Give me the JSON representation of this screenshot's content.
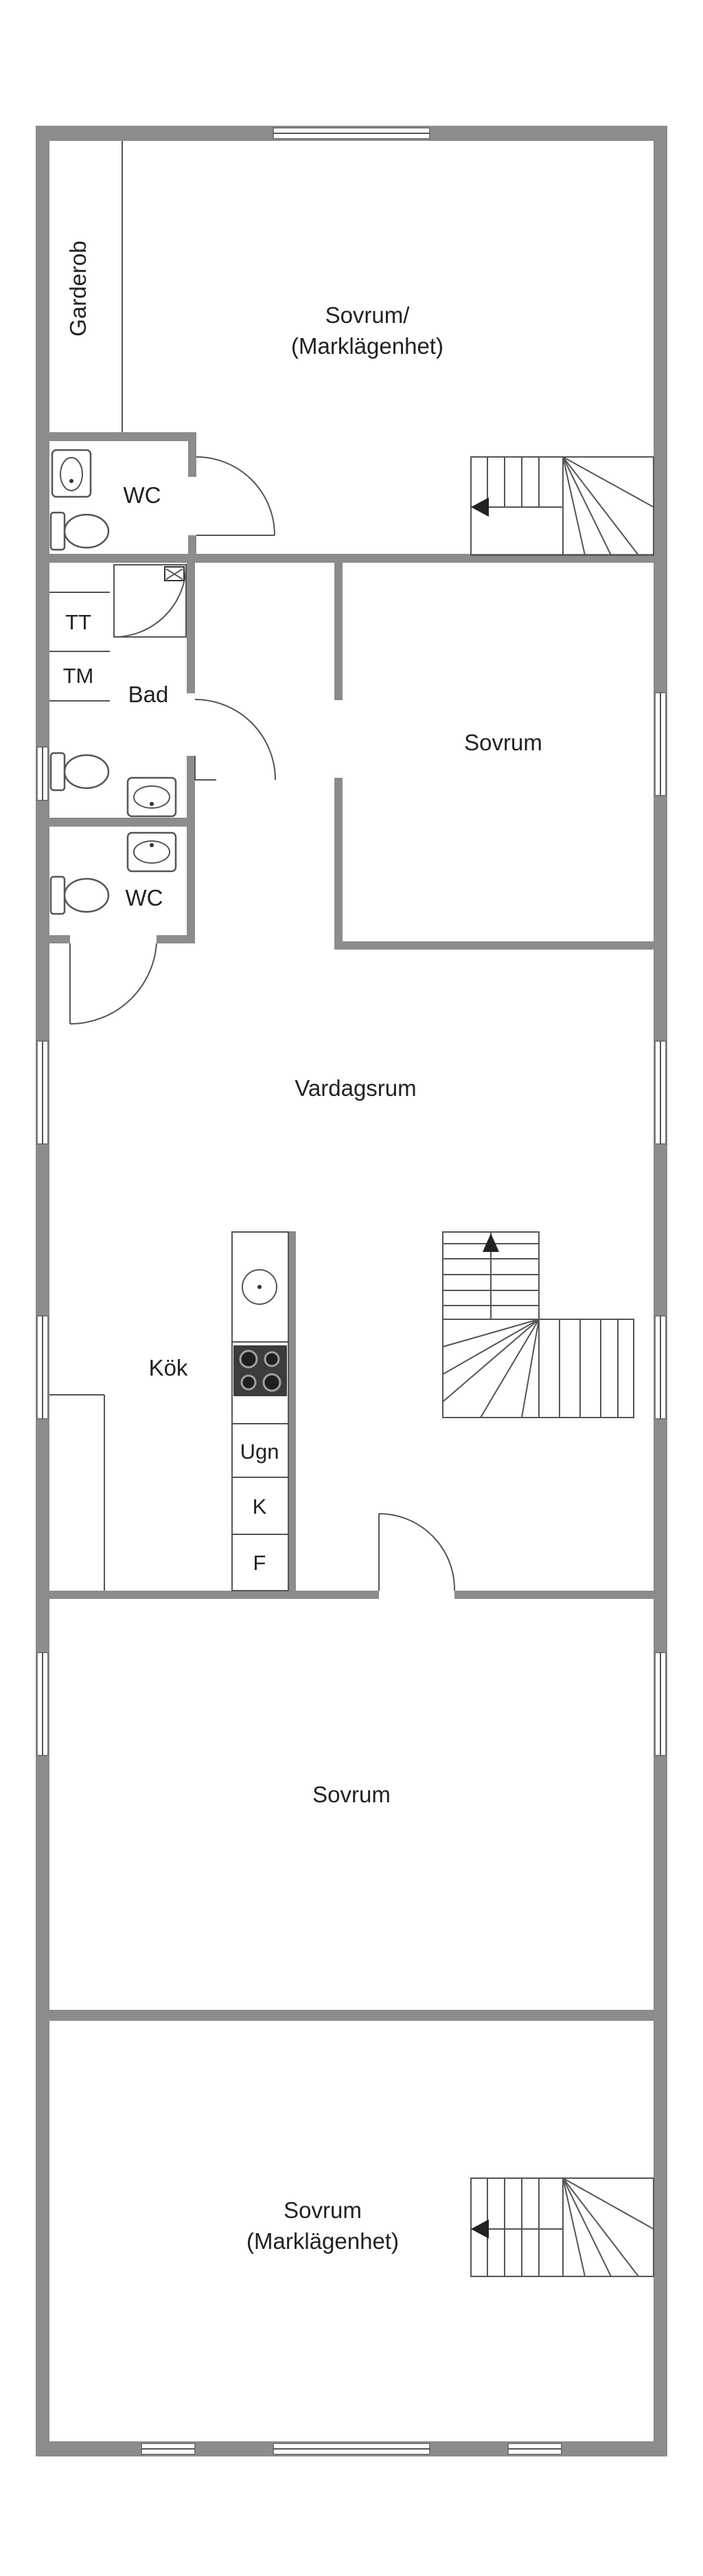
{
  "rooms": {
    "bedroom_top": [
      "Sovrum/",
      "(Marklägenhet)"
    ],
    "wardrobe": "Garderob",
    "wc_upper": "WC",
    "bad": "Bad",
    "bedroom_mid": "Sovrum",
    "wc_lower": "WC",
    "living": "Vardagsrum",
    "kitchen": "Kök",
    "bedroom_lower": "Sovrum",
    "bedroom_bottom": [
      "Sovrum",
      "(Marklägenhet)"
    ]
  },
  "appliances": {
    "dryer": "TT",
    "washer": "TM",
    "oven": "Ugn",
    "fridge": "K",
    "freezer": "F"
  },
  "colors": {
    "wall": "#8c8c8c",
    "line": "#555555",
    "background": "#ffffff"
  }
}
